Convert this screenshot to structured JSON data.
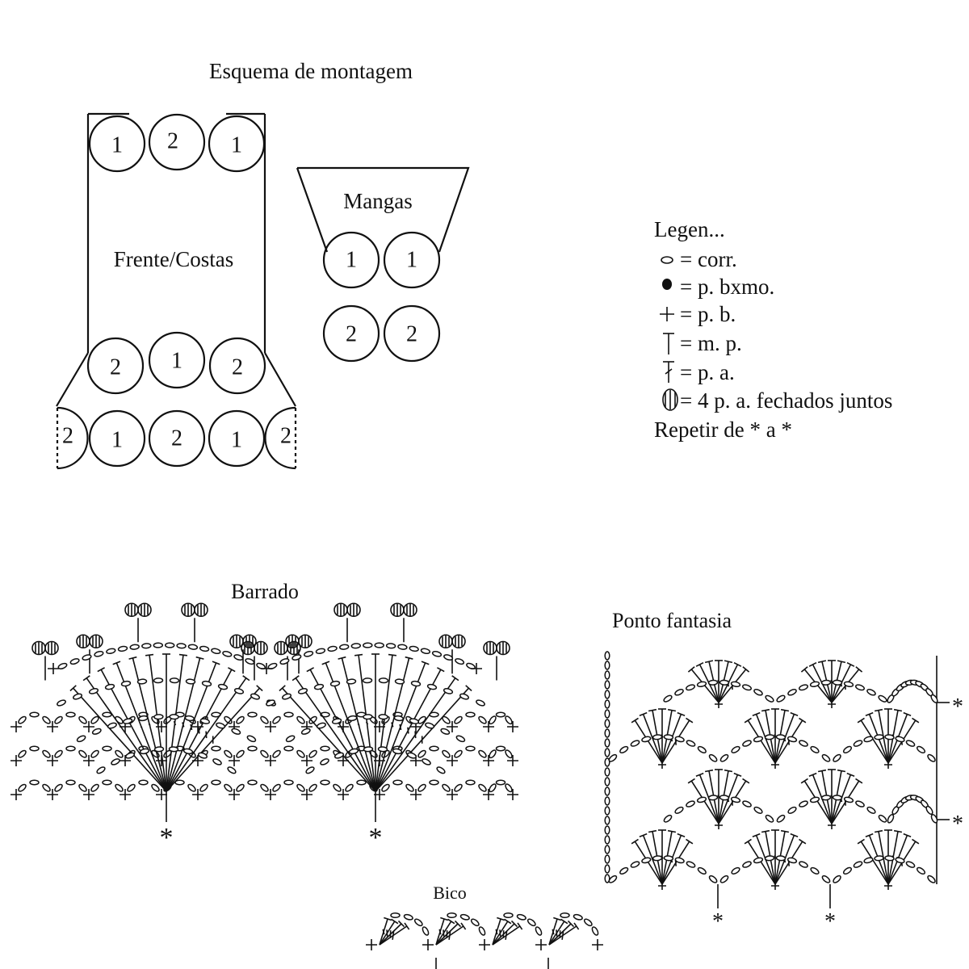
{
  "assembly": {
    "title": "Esquema de montagem",
    "body_label": "Frente/Costas",
    "sleeves_label": "Mangas",
    "body_top_motifs": [
      "1",
      "2",
      "1"
    ],
    "body_bottom_motifs": [
      "2",
      "1",
      "2"
    ],
    "skirt_motifs": [
      "2",
      "1",
      "2",
      "1",
      "2"
    ],
    "sleeve_row1": [
      "1",
      "1"
    ],
    "sleeve_row2": [
      "2",
      "2"
    ]
  },
  "legend": {
    "title": "Legen...",
    "items": [
      {
        "icon": "chain-oval-icon",
        "text": "= corr."
      },
      {
        "icon": "slip-stitch-dot-icon",
        "text": "= p. bxmo."
      },
      {
        "icon": "single-crochet-plus-icon",
        "text": "= p. b."
      },
      {
        "icon": "half-double-crochet-icon",
        "text": "= m. p."
      },
      {
        "icon": "double-crochet-icon",
        "text": "= p. a."
      },
      {
        "icon": "cluster-bobble-icon",
        "text": "= 4 p. a. fechados juntos"
      }
    ],
    "repeat_note": "Repetir de * a *"
  },
  "charts": {
    "barrado_title": "Barrado",
    "ponto_title": "Ponto fantasia",
    "bico_title": "Bico",
    "repeat_marker": "*"
  }
}
